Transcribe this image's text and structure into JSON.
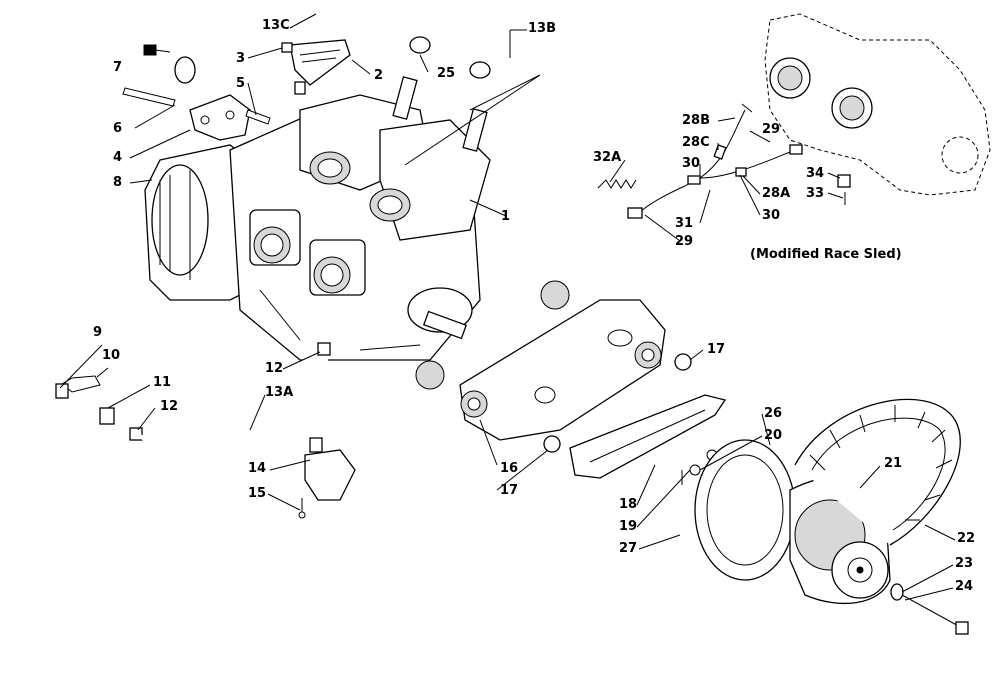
{
  "caption": "(Modified Race Sled)",
  "callouts": {
    "c1": "1",
    "c2": "2",
    "c3": "3",
    "c4": "4",
    "c5": "5",
    "c6": "6",
    "c7": "7",
    "c8": "8",
    "c9": "9",
    "c10": "10",
    "c11": "11",
    "c12a": "12",
    "c12b": "12",
    "c13a": "13A",
    "c13b": "13B",
    "c13c": "13C",
    "c14": "14",
    "c15": "15",
    "c16": "16",
    "c17a": "17",
    "c17b": "17",
    "c18": "18",
    "c19": "19",
    "c20": "20",
    "c21": "21",
    "c22": "22",
    "c23": "23",
    "c24": "24",
    "c25": "25",
    "c26": "26",
    "c27": "27",
    "c28a": "28A",
    "c28b": "28B",
    "c28c": "28C",
    "c29a": "29",
    "c29b": "29",
    "c30a": "30",
    "c30b": "30",
    "c31": "31",
    "c32a": "32A",
    "c33": "33",
    "c34": "34"
  }
}
